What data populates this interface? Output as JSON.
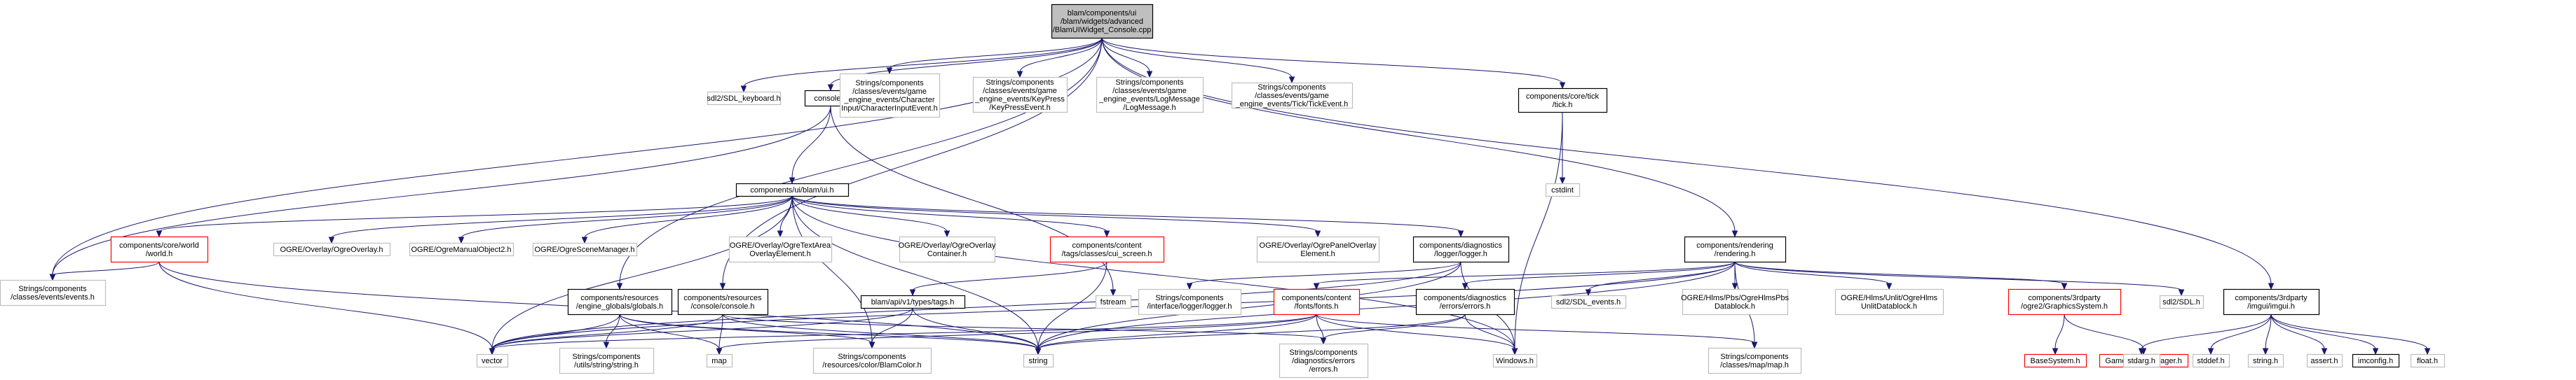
{
  "colors": {
    "edge": "#191970",
    "root_fill": "#bfbfbf",
    "root_stroke": "#000000",
    "normal_stroke": "#000000",
    "missing_stroke": "#bfbfbf",
    "red_stroke": "#ff0000",
    "fill": "#ffffff"
  },
  "nodes": [
    {
      "id": "root",
      "style": "root",
      "lines": [
        "blam/components/ui",
        "/blam/widgets/advanced",
        "/BlamUIWidget_Console.cpp"
      ]
    },
    {
      "id": "sdl2kb",
      "style": "missing",
      "lines": [
        "sdl2/SDL_keyboard.h"
      ]
    },
    {
      "id": "consoleh",
      "style": "normal",
      "lines": [
        "console.h"
      ]
    },
    {
      "id": "charinput",
      "style": "missing",
      "lines": [
        "Strings/components",
        "/classes/events/game",
        "_engine_events/Character",
        "Input/CharacterInputEvent.h"
      ]
    },
    {
      "id": "keypress",
      "style": "missing",
      "lines": [
        "Strings/components",
        "/classes/events/game",
        "_engine_events/KeyPress",
        "/KeyPressEvent.h"
      ]
    },
    {
      "id": "logmsg",
      "style": "missing",
      "lines": [
        "Strings/components",
        "/classes/events/game",
        "_engine_events/LogMessage",
        "/LogMessage.h"
      ]
    },
    {
      "id": "tickevent",
      "style": "missing",
      "lines": [
        "Strings/components",
        "/classes/events/game",
        "_engine_events/Tick/TickEvent.h"
      ]
    },
    {
      "id": "tickh",
      "style": "normal",
      "lines": [
        "components/core/tick",
        "/tick.h"
      ]
    },
    {
      "id": "cstdint",
      "style": "missing",
      "lines": [
        "cstdint"
      ]
    },
    {
      "id": "uih",
      "style": "normal",
      "lines": [
        "components/ui/blam/ui.h"
      ]
    },
    {
      "id": "worldh",
      "style": "red",
      "lines": [
        "components/core/world",
        "/world.h"
      ]
    },
    {
      "id": "ogreoverlay",
      "style": "missing",
      "lines": [
        "OGRE/Overlay/OgreOverlay.h"
      ]
    },
    {
      "id": "ogremanual",
      "style": "missing",
      "lines": [
        "OGRE/OgreManualObject2.h"
      ]
    },
    {
      "id": "ogrescene",
      "style": "missing",
      "lines": [
        "OGRE/OgreSceneManager.h"
      ]
    },
    {
      "id": "ogretextarea",
      "style": "missing",
      "lines": [
        "OGRE/Overlay/OgreTextArea",
        "OverlayElement.h"
      ]
    },
    {
      "id": "ogrecontainer",
      "style": "missing",
      "lines": [
        "OGRE/Overlay/OgreOverlay",
        "Container.h"
      ]
    },
    {
      "id": "cuiscreen",
      "style": "red",
      "lines": [
        "components/content",
        "/tags/classes/cui_screen.h"
      ]
    },
    {
      "id": "ogrepanel",
      "style": "missing",
      "lines": [
        "OGRE/Overlay/OgrePanelOverlay",
        "Element.h"
      ]
    },
    {
      "id": "loggerh",
      "style": "normal",
      "lines": [
        "components/diagnostics",
        "/logger/logger.h"
      ]
    },
    {
      "id": "renderingh",
      "style": "normal",
      "lines": [
        "components/rendering",
        "/rendering.h"
      ]
    },
    {
      "id": "eventsh",
      "style": "missing",
      "lines": [
        "Strings/components",
        "/classes/events/events.h"
      ]
    },
    {
      "id": "globalsh",
      "style": "normal",
      "lines": [
        "components/resources",
        "/engine_globals/globals.h"
      ]
    },
    {
      "id": "consoleres",
      "style": "normal",
      "lines": [
        "components/resources",
        "/console/console.h"
      ]
    },
    {
      "id": "tagsh",
      "style": "normal",
      "lines": [
        "blam/api/v1/types/tags.h"
      ]
    },
    {
      "id": "fstream",
      "style": "missing",
      "lines": [
        "fstream"
      ]
    },
    {
      "id": "ilogger",
      "style": "missing",
      "lines": [
        "Strings/components",
        "/interface/logger/logger.h"
      ]
    },
    {
      "id": "fontsh",
      "style": "red",
      "lines": [
        "components/content",
        "/fonts/fonts.h"
      ]
    },
    {
      "id": "errorsdiag",
      "style": "normal",
      "lines": [
        "components/diagnostics",
        "/errors/errors.h"
      ]
    },
    {
      "id": "sdl2events",
      "style": "missing",
      "lines": [
        "sdl2/SDL_events.h"
      ]
    },
    {
      "id": "hlmspbs",
      "style": "missing",
      "lines": [
        "OGRE/Hlms/Pbs/OgreHlmsPbs",
        "Datablock.h"
      ]
    },
    {
      "id": "hlmsunlit",
      "style": "missing",
      "lines": [
        "OGRE/Hlms/Unlit/OgreHlms",
        "UnlitDatablock.h"
      ]
    },
    {
      "id": "graphicssystem",
      "style": "red",
      "lines": [
        "components/3rdparty",
        "/ogre2/GraphicsSystem.h"
      ]
    },
    {
      "id": "sdl2sdl",
      "style": "missing",
      "lines": [
        "sdl2/SDL.h"
      ]
    },
    {
      "id": "imguih",
      "style": "normal",
      "lines": [
        "components/3rdparty",
        "/imgui/imgui.h"
      ]
    },
    {
      "id": "vector",
      "style": "missing",
      "lines": [
        "vector"
      ]
    },
    {
      "id": "stringstring",
      "style": "missing",
      "lines": [
        "Strings/components",
        "/utils/string/string.h"
      ]
    },
    {
      "id": "map",
      "style": "missing",
      "lines": [
        "map"
      ]
    },
    {
      "id": "blamcolor",
      "style": "missing",
      "lines": [
        "Strings/components",
        "/resources/color/BlamColor.h"
      ]
    },
    {
      "id": "string",
      "style": "missing",
      "lines": [
        "string"
      ]
    },
    {
      "id": "errorsstr",
      "style": "missing",
      "lines": [
        "Strings/components",
        "/diagnostics/errors",
        "/errors.h"
      ]
    },
    {
      "id": "windowsh",
      "style": "missing",
      "lines": [
        "Windows.h"
      ]
    },
    {
      "id": "maph",
      "style": "missing",
      "lines": [
        "Strings/components",
        "/classes/map/map.h"
      ]
    },
    {
      "id": "basesystem",
      "style": "red",
      "lines": [
        "BaseSystem.h"
      ]
    },
    {
      "id": "gameentity",
      "style": "red",
      "lines": [
        "GameEntityManager.h"
      ]
    },
    {
      "id": "stdarg",
      "style": "missing",
      "lines": [
        "stdarg.h"
      ]
    },
    {
      "id": "stddef",
      "style": "missing",
      "lines": [
        "stddef.h"
      ]
    },
    {
      "id": "stringh",
      "style": "missing",
      "lines": [
        "string.h"
      ]
    },
    {
      "id": "asserth",
      "style": "missing",
      "lines": [
        "assert.h"
      ]
    },
    {
      "id": "imconfig",
      "style": "normal",
      "lines": [
        "imconfig.h"
      ]
    },
    {
      "id": "floath",
      "style": "missing",
      "lines": [
        "float.h"
      ]
    }
  ],
  "edges": [
    [
      "root",
      "sdl2kb"
    ],
    [
      "root",
      "consoleh"
    ],
    [
      "root",
      "charinput"
    ],
    [
      "root",
      "keypress"
    ],
    [
      "root",
      "logmsg"
    ],
    [
      "root",
      "tickevent"
    ],
    [
      "root",
      "tickh"
    ],
    [
      "root",
      "renderingh"
    ],
    [
      "root",
      "imguih"
    ],
    [
      "root",
      "eventsh"
    ],
    [
      "root",
      "globalsh"
    ],
    [
      "root",
      "consoleres"
    ],
    [
      "consoleh",
      "uih"
    ],
    [
      "consoleh",
      "eventsh"
    ],
    [
      "consoleh",
      "fstream"
    ],
    [
      "tickh",
      "cstdint"
    ],
    [
      "tickh",
      "windowsh"
    ],
    [
      "uih",
      "worldh"
    ],
    [
      "uih",
      "ogreoverlay"
    ],
    [
      "uih",
      "ogremanual"
    ],
    [
      "uih",
      "ogrescene"
    ],
    [
      "uih",
      "ogretextarea"
    ],
    [
      "uih",
      "ogrecontainer"
    ],
    [
      "uih",
      "cuiscreen"
    ],
    [
      "uih",
      "ogrepanel"
    ],
    [
      "uih",
      "loggerh"
    ],
    [
      "uih",
      "vector"
    ],
    [
      "uih",
      "string"
    ],
    [
      "uih",
      "blamcolor"
    ],
    [
      "uih",
      "windowsh"
    ],
    [
      "worldh",
      "eventsh"
    ],
    [
      "worldh",
      "vector"
    ],
    [
      "worldh",
      "string"
    ],
    [
      "cuiscreen",
      "tagsh"
    ],
    [
      "cuiscreen",
      "string"
    ],
    [
      "loggerh",
      "vector"
    ],
    [
      "loggerh",
      "string"
    ],
    [
      "loggerh",
      "ilogger"
    ],
    [
      "loggerh",
      "windowsh"
    ],
    [
      "renderingh",
      "sdl2events"
    ],
    [
      "renderingh",
      "hlmspbs"
    ],
    [
      "renderingh",
      "hlmsunlit"
    ],
    [
      "renderingh",
      "graphicssystem"
    ],
    [
      "renderingh",
      "sdl2sdl"
    ],
    [
      "renderingh",
      "fontsh"
    ],
    [
      "renderingh",
      "errorsdiag"
    ],
    [
      "renderingh",
      "maph"
    ],
    [
      "renderingh",
      "string"
    ],
    [
      "renderingh",
      "vector"
    ],
    [
      "globalsh",
      "vector"
    ],
    [
      "globalsh",
      "stringstring"
    ],
    [
      "globalsh",
      "map"
    ],
    [
      "globalsh",
      "blamcolor"
    ],
    [
      "globalsh",
      "string"
    ],
    [
      "consoleres",
      "vector"
    ],
    [
      "consoleres",
      "map"
    ],
    [
      "consoleres",
      "string"
    ],
    [
      "consoleres",
      "errorsstr"
    ],
    [
      "tagsh",
      "vector"
    ],
    [
      "tagsh",
      "string"
    ],
    [
      "tagsh",
      "blamcolor"
    ],
    [
      "fontsh",
      "map"
    ],
    [
      "fontsh",
      "string"
    ],
    [
      "fontsh",
      "errorsstr"
    ],
    [
      "fontsh",
      "windowsh"
    ],
    [
      "fontsh",
      "maph"
    ],
    [
      "fontsh",
      "vector"
    ],
    [
      "errorsdiag",
      "errorsstr"
    ],
    [
      "errorsdiag",
      "windowsh"
    ],
    [
      "errorsdiag",
      "string"
    ],
    [
      "graphicssystem",
      "basesystem"
    ],
    [
      "graphicssystem",
      "gameentity"
    ],
    [
      "imguih",
      "stdarg"
    ],
    [
      "imguih",
      "stddef"
    ],
    [
      "imguih",
      "stringh"
    ],
    [
      "imguih",
      "asserth"
    ],
    [
      "imguih",
      "imconfig"
    ],
    [
      "imguih",
      "floath"
    ]
  ]
}
